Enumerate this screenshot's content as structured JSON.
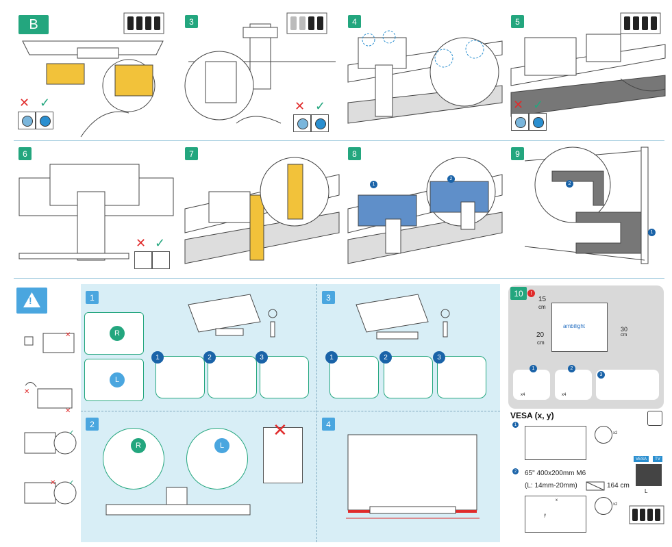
{
  "steps_top": {
    "b": "B",
    "s3": "3",
    "s4": "4",
    "s5": "5",
    "s6": "6",
    "s7": "7",
    "s8": "8",
    "s9": "9"
  },
  "step8_badges": [
    "1",
    "2"
  ],
  "step9_badges": [
    "2",
    "1"
  ],
  "blue_section": {
    "s1": "1",
    "s2": "2",
    "s3": "3",
    "s4": "4",
    "badge_r": "R",
    "badge_l": "L",
    "sub": [
      "1",
      "2",
      "3"
    ]
  },
  "warning": {
    "icon_symbol": "!"
  },
  "section10": {
    "step": "10",
    "dist_15": "15",
    "dist_15_unit": "cm",
    "dist_20": "20",
    "dist_20_unit": "cm",
    "dist_30": "30",
    "dist_30_unit": "cm",
    "brand": "ambilight",
    "box_badges": [
      "1",
      "2",
      "3"
    ],
    "qty_labels": [
      "x4",
      "x4"
    ],
    "vesa_title": "VESA (x, y)",
    "vesa_b1": "1",
    "vesa_b2": "2",
    "vesa_spec": "65\"  400x200mm M6",
    "vesa_screw": "(L: 14mm-20mm)",
    "vesa_diag": "164 cm",
    "vesa_tag": "VESA",
    "tv_tag": "TV",
    "l_label": "L",
    "axis_x": "x",
    "axis_y": "y",
    "screw_count": "x2"
  },
  "colors": {
    "green": "#23a67e",
    "blue_step": "#4aa6df",
    "blue_bg": "#d8eef6",
    "red": "#e02b2b",
    "yellow": "#f2c23a",
    "blue_cover": "#5f8fc9"
  }
}
